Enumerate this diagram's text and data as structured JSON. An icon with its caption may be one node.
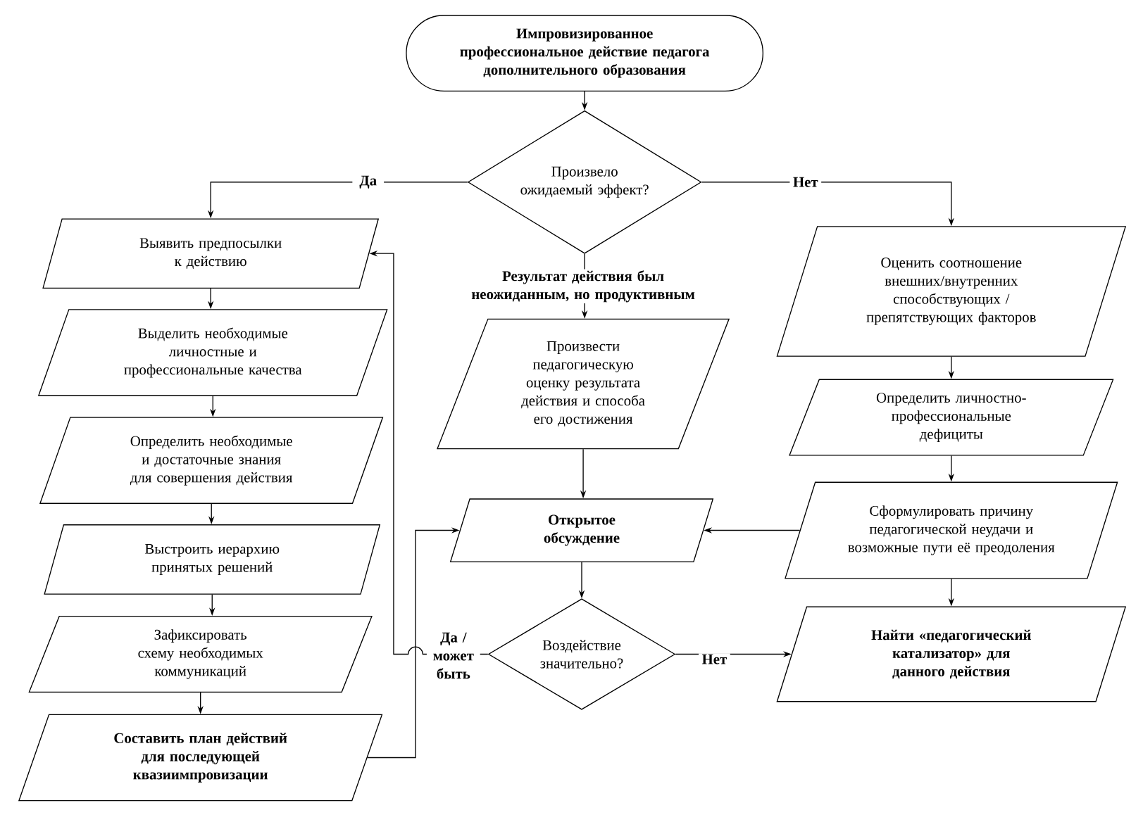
{
  "diagram": {
    "nodes": [
      {
        "text": [
          "Импровизированное профессиональное действие педагога дополнительного образования"
        ]
      },
      {
        "text": [
          "Произвело ожидаемый эффект?"
        ]
      },
      {
        "text": [
          "Выявить предпосылки к действию"
        ]
      },
      {
        "text": [
          "Выделить необходимые личностные и профессиональные качества"
        ]
      },
      {
        "text": [
          "Определить необходимые и достаточные знания для совершения действия"
        ]
      },
      {
        "text": [
          "Выстроить иерархию принятых решений"
        ]
      },
      {
        "text": [
          "Зафиксировать схему необходимых коммуникаций"
        ]
      },
      {
        "text": [
          "Составить план действий для последующей квазиимпровизации"
        ]
      },
      {
        "text": [
          "Произвести педагогическую оценку результата действия и способа его достижения"
        ]
      },
      {
        "text": [
          "Открытое обсуждение"
        ]
      },
      {
        "text": [
          "Воздействие значительно?"
        ]
      },
      {
        "text": [
          "Оценить соотношение внешних/внутренних способствующих / препятствующих факторов"
        ]
      },
      {
        "text": [
          "Определить личностно-профессиональные дефициты"
        ]
      },
      {
        "text": [
          "Сформулировать причину педагогической неудачи и возможные пути её преодоления"
        ]
      },
      {
        "text": [
          "Найти «педагогический катализатор» для данного действия"
        ]
      }
    ],
    "edges": [
      {
        "from": 0,
        "to": 1,
        "arrow": "to"
      },
      {
        "from": 1,
        "to": 2,
        "arrow": "to",
        "label": "Да"
      },
      {
        "from": 1,
        "to": 11,
        "arrow": "to",
        "label": "Нет"
      },
      {
        "from": 1,
        "to": 8,
        "arrow": "to",
        "label": "Результат действия был неожиданным, но продуктивным"
      },
      {
        "from": 2,
        "to": 3,
        "arrow": "to"
      },
      {
        "from": 3,
        "to": 4,
        "arrow": "to"
      },
      {
        "from": 4,
        "to": 5,
        "arrow": "to"
      },
      {
        "from": 5,
        "to": 6,
        "arrow": "to"
      },
      {
        "from": 6,
        "to": 7,
        "arrow": "to"
      },
      {
        "from": 7,
        "to": 9,
        "arrow": "to"
      },
      {
        "from": 8,
        "to": 9,
        "arrow": "to"
      },
      {
        "from": 9,
        "to": 10,
        "arrow": "to"
      },
      {
        "from": 10,
        "to": 14,
        "arrow": "to",
        "label": "Нет"
      },
      {
        "from": 10,
        "to": 2,
        "arrow": "to",
        "label": "Да / может быть"
      },
      {
        "from": 11,
        "to": 12,
        "arrow": "to"
      },
      {
        "from": 12,
        "to": 13,
        "arrow": "to"
      },
      {
        "from": 13,
        "to": 9,
        "arrow": "to"
      },
      {
        "from": 13,
        "to": 14,
        "arrow": "to"
      }
    ]
  }
}
